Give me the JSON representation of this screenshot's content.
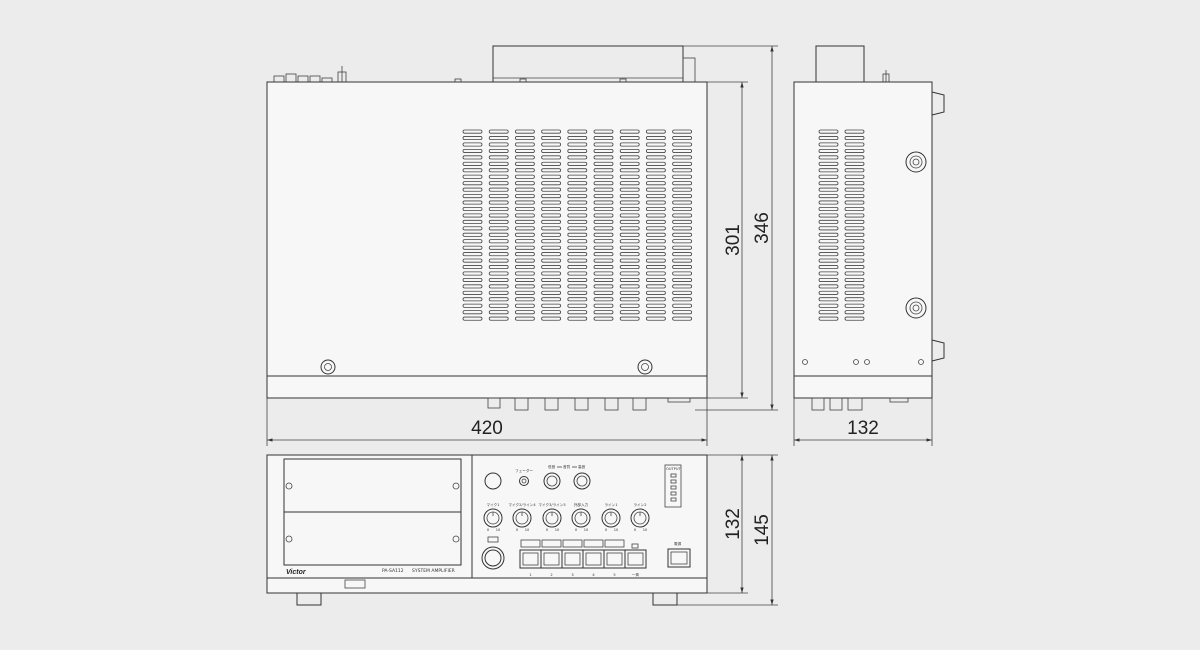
{
  "dimensions": {
    "top_width": "420",
    "top_depth": "301",
    "top_depth_total": "346",
    "side_width": "132",
    "front_height": "132",
    "front_height_total": "145"
  },
  "front_panel": {
    "brand": "Victor",
    "model": "PA-SA112",
    "product": "SYSTEM AMPLIFIER",
    "fader_label": "フェーダー",
    "bass_label": "低音",
    "tone_label": "音質",
    "treble_label": "高音",
    "knob_labels": [
      "マイク1",
      "マイク2/ライン4",
      "マイク3/ライン5",
      "外部入力",
      "ライン1",
      "ライン2"
    ],
    "knob_scale_min": "0",
    "knob_scale_max": "10",
    "zone_numbers": [
      "1",
      "2",
      "3",
      "4",
      "5",
      "一斉"
    ],
    "power_label": "電源",
    "meter_label": "OUTPUT",
    "colors": {
      "line": "#333333",
      "background": "#ececec",
      "panel": "#f7f7f7"
    }
  }
}
